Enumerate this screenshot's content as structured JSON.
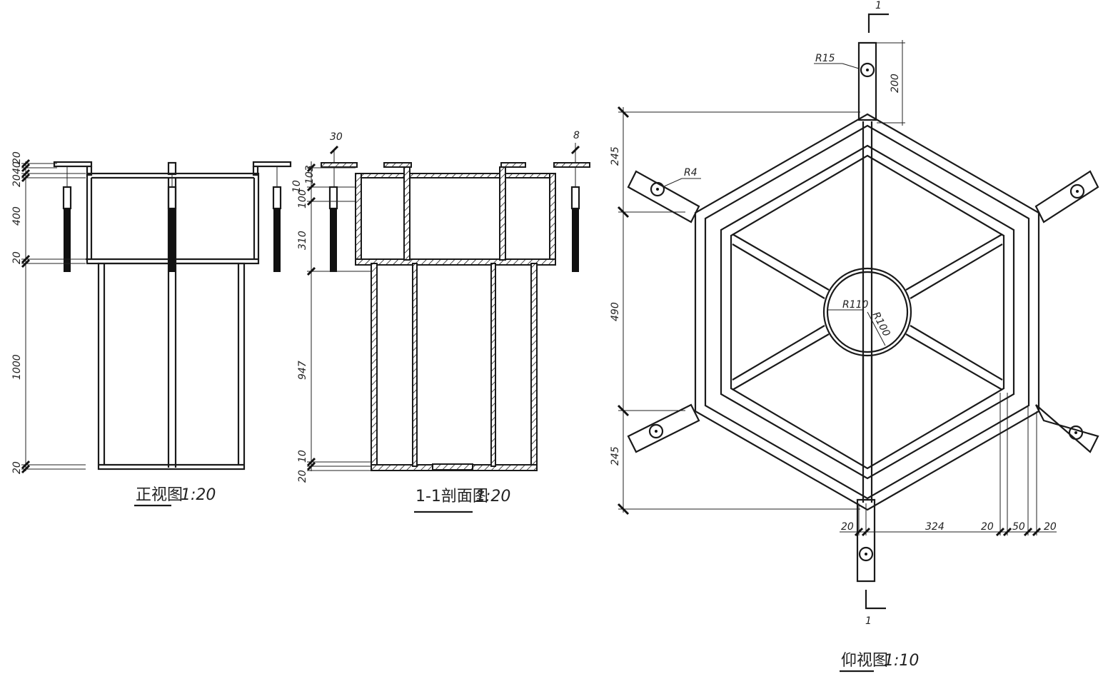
{
  "views": {
    "front": {
      "title": "正视图",
      "scale": "1:20",
      "dims": [
        "20",
        "20",
        "40",
        "400",
        "20",
        "1000",
        "20"
      ]
    },
    "section": {
      "title": "1-1剖面图",
      "scale": "1:20",
      "dims": [
        "30",
        "8",
        "10",
        "103",
        "100",
        "310",
        "947",
        "10",
        "20"
      ]
    },
    "bottom": {
      "title": "仰视图",
      "scale": "1:10",
      "section_mark": "1",
      "radii": [
        "R15",
        "R4",
        "R110",
        "R100"
      ],
      "dims": {
        "top_tab": "200",
        "left_top": "245",
        "left_mid": "490",
        "left_bot": "245",
        "b1": "20",
        "b2": "324",
        "b3": "20",
        "b4": "50",
        "b5": "20"
      }
    }
  }
}
